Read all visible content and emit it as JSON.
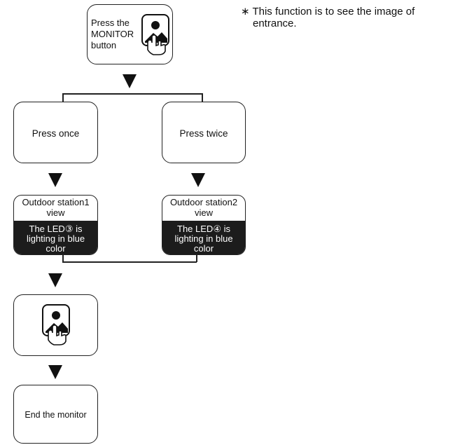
{
  "step_press_monitor": {
    "line1": "Press the",
    "line2": "MONITOR",
    "line3": "button"
  },
  "press_once": "Press once",
  "press_twice": "Press twice",
  "outdoor1": {
    "title_line1": "Outdoor station1",
    "title_line2": "view",
    "led_line1": "The LED③ is",
    "led_line2": "lighting  in blue",
    "led_line3": "color"
  },
  "outdoor2": {
    "title_line1": "Outdoor station2",
    "title_line2": "view",
    "led_line1": "The LED④ is",
    "led_line2": "lighting  in blue",
    "led_line3": "color"
  },
  "end_monitor": "End the monitor",
  "note": {
    "line1": "∗ This function is to see the image of",
    "line2": "entrance."
  },
  "icons": [
    "monitor-button-icon",
    "down-arrow-icon"
  ]
}
